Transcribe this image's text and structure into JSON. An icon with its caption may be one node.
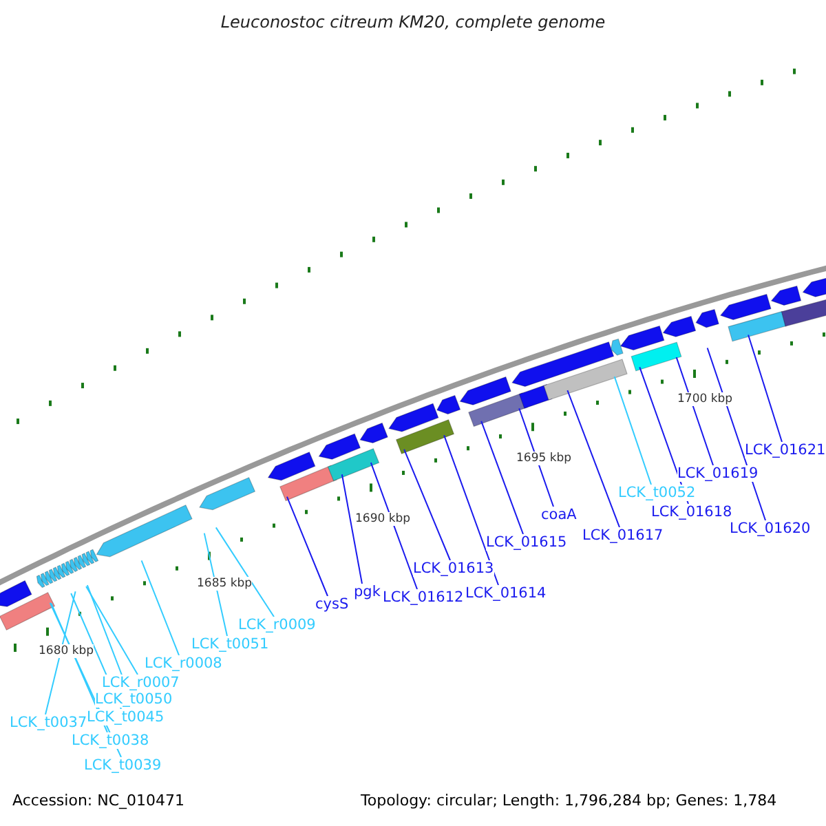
{
  "diagram": {
    "title": "Leuconostoc citreum KM20, complete genome",
    "nodes": [
      {
        "text": [
          "LCK_t0037"
        ]
      },
      {
        "text": [
          "LCK_t0038"
        ]
      },
      {
        "text": [
          "LCK_t0039"
        ]
      },
      {
        "text": [
          "LCK_t0045"
        ]
      },
      {
        "text": [
          "LCK_t0050"
        ]
      },
      {
        "text": [
          "LCK_r0007"
        ]
      },
      {
        "text": [
          "LCK_r0008"
        ]
      },
      {
        "text": [
          "LCK_t0051"
        ]
      },
      {
        "text": [
          "LCK_r0009"
        ]
      },
      {
        "text": [
          "cysS"
        ]
      },
      {
        "text": [
          "pgk"
        ]
      },
      {
        "text": [
          "LCK_01612"
        ]
      },
      {
        "text": [
          "LCK_01613"
        ]
      },
      {
        "text": [
          "LCK_01614"
        ]
      },
      {
        "text": [
          "LCK_01615"
        ]
      },
      {
        "text": [
          "coaA"
        ]
      },
      {
        "text": [
          "LCK_01617"
        ]
      },
      {
        "text": [
          "LCK_t0052"
        ]
      },
      {
        "text": [
          "LCK_01618"
        ]
      },
      {
        "text": [
          "LCK_01619"
        ]
      },
      {
        "text": [
          "LCK_01620"
        ]
      },
      {
        "text": [
          "LCK_01621"
        ]
      }
    ],
    "edges": [
      {
        "from": 0,
        "to": null,
        "arrow": "none",
        "color": "#33ccff"
      },
      {
        "from": 1,
        "to": null,
        "arrow": "none",
        "color": "#33ccff"
      },
      {
        "from": 2,
        "to": null,
        "arrow": "none",
        "color": "#33ccff"
      },
      {
        "from": 3,
        "to": null,
        "arrow": "none",
        "color": "#33ccff"
      },
      {
        "from": 4,
        "to": null,
        "arrow": "none",
        "color": "#33ccff"
      },
      {
        "from": 5,
        "to": null,
        "arrow": "none",
        "color": "#33ccff"
      },
      {
        "from": 6,
        "to": null,
        "arrow": "none",
        "color": "#33ccff"
      },
      {
        "from": 7,
        "to": null,
        "arrow": "none",
        "color": "#33ccff"
      },
      {
        "from": 8,
        "to": null,
        "arrow": "none",
        "color": "#33ccff"
      },
      {
        "from": 9,
        "to": null,
        "arrow": "none"
      },
      {
        "from": 10,
        "to": null,
        "arrow": "none"
      },
      {
        "from": 11,
        "to": null,
        "arrow": "none"
      },
      {
        "from": 12,
        "to": null,
        "arrow": "none"
      },
      {
        "from": 13,
        "to": null,
        "arrow": "none"
      },
      {
        "from": 14,
        "to": null,
        "arrow": "none"
      },
      {
        "from": 15,
        "to": null,
        "arrow": "none"
      },
      {
        "from": 16,
        "to": null,
        "arrow": "none"
      },
      {
        "from": 17,
        "to": null,
        "arrow": "none",
        "color": "#33ccff"
      },
      {
        "from": 18,
        "to": null,
        "arrow": "none"
      },
      {
        "from": 19,
        "to": null,
        "arrow": "none"
      },
      {
        "from": 20,
        "to": null,
        "arrow": "none"
      },
      {
        "from": 21,
        "to": null,
        "arrow": "none"
      }
    ],
    "labels": [
      "1680 kbp",
      "1685 kbp",
      "1690 kbp",
      "1695 kbp",
      "1700 kbp",
      "Accession: NC_010471",
      "Topology: circular; Length: 1,796,284 bp; Genes: 1,784"
    ]
  }
}
